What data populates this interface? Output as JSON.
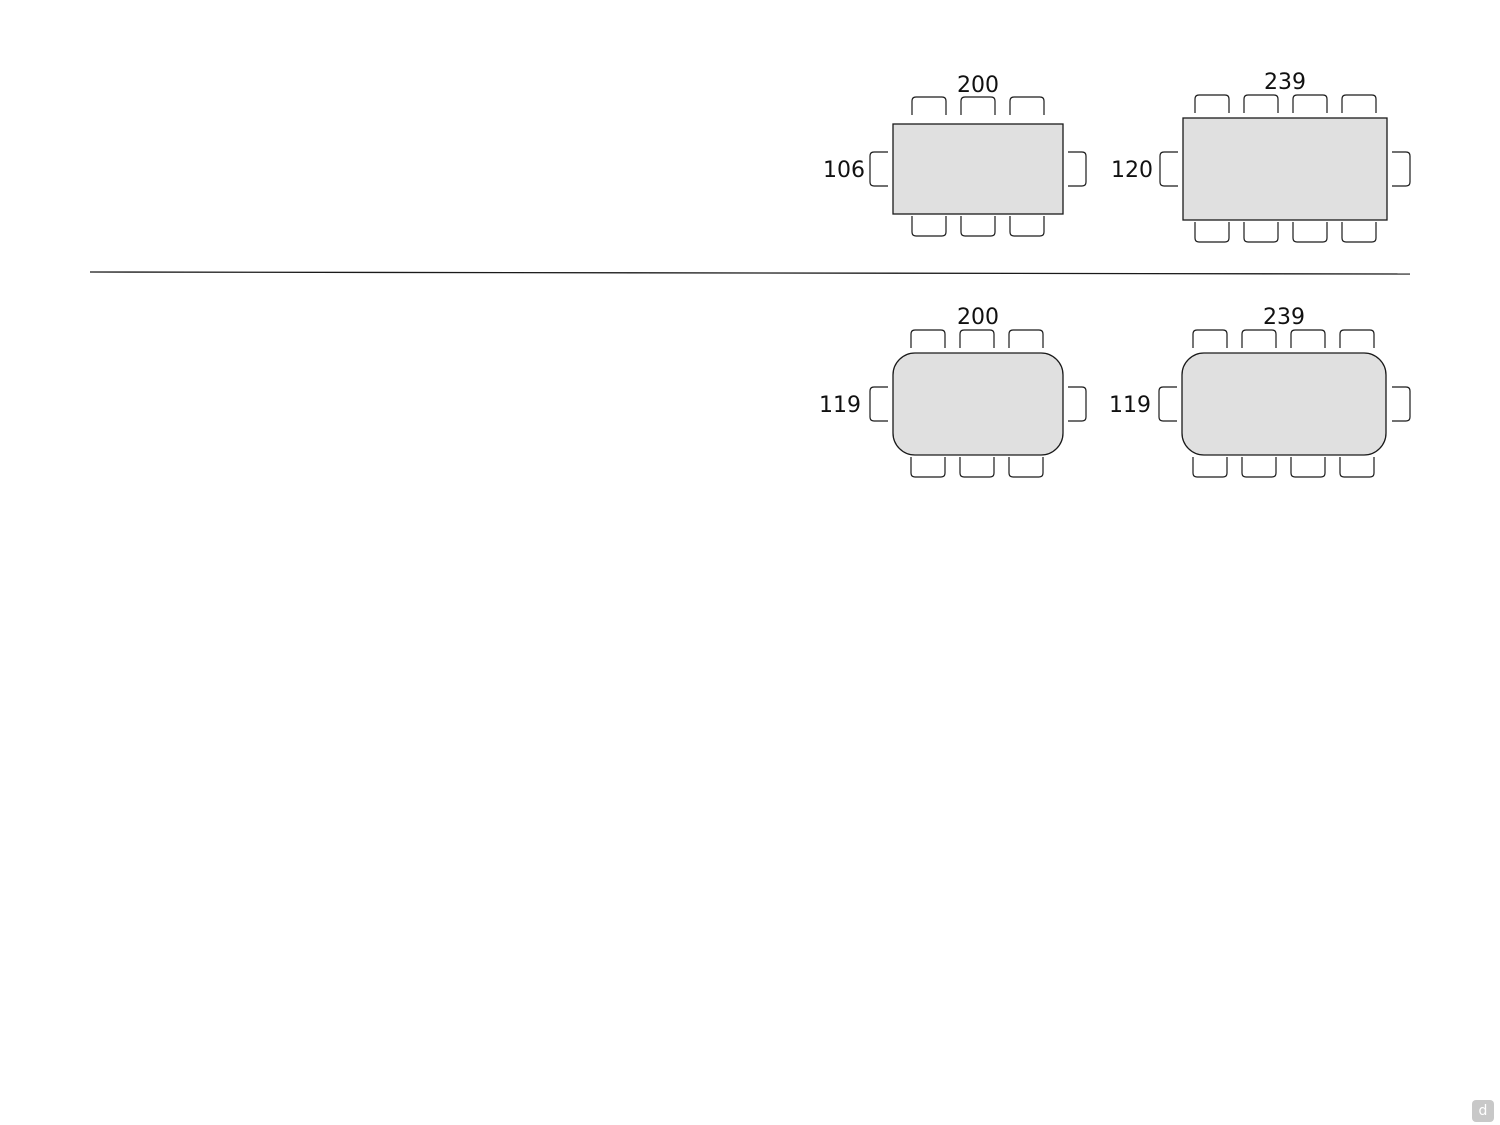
{
  "colors": {
    "table_fill": "#e0e0e0",
    "stroke": "#1a1a1a",
    "divider": "#1a1a1a",
    "watermark_bg": "#c8c8c8"
  },
  "watermark": {
    "text": "d",
    "icon": "logo-icon"
  },
  "layouts": [
    {
      "id": "rect-200",
      "shape": "rectangular",
      "width_label": "200",
      "depth_label": "106",
      "chairs_per_long_side": 3,
      "chairs_per_end": 1
    },
    {
      "id": "rect-239",
      "shape": "rectangular",
      "width_label": "239",
      "depth_label": "120",
      "chairs_per_long_side": 4,
      "chairs_per_end": 1
    },
    {
      "id": "rounded-200",
      "shape": "rounded-rectangular",
      "width_label": "200",
      "depth_label": "119",
      "chairs_per_long_side": 3,
      "chairs_per_end": 1
    },
    {
      "id": "rounded-239",
      "shape": "rounded-rectangular",
      "width_label": "239",
      "depth_label": "119",
      "chairs_per_long_side": 4,
      "chairs_per_end": 1
    }
  ]
}
